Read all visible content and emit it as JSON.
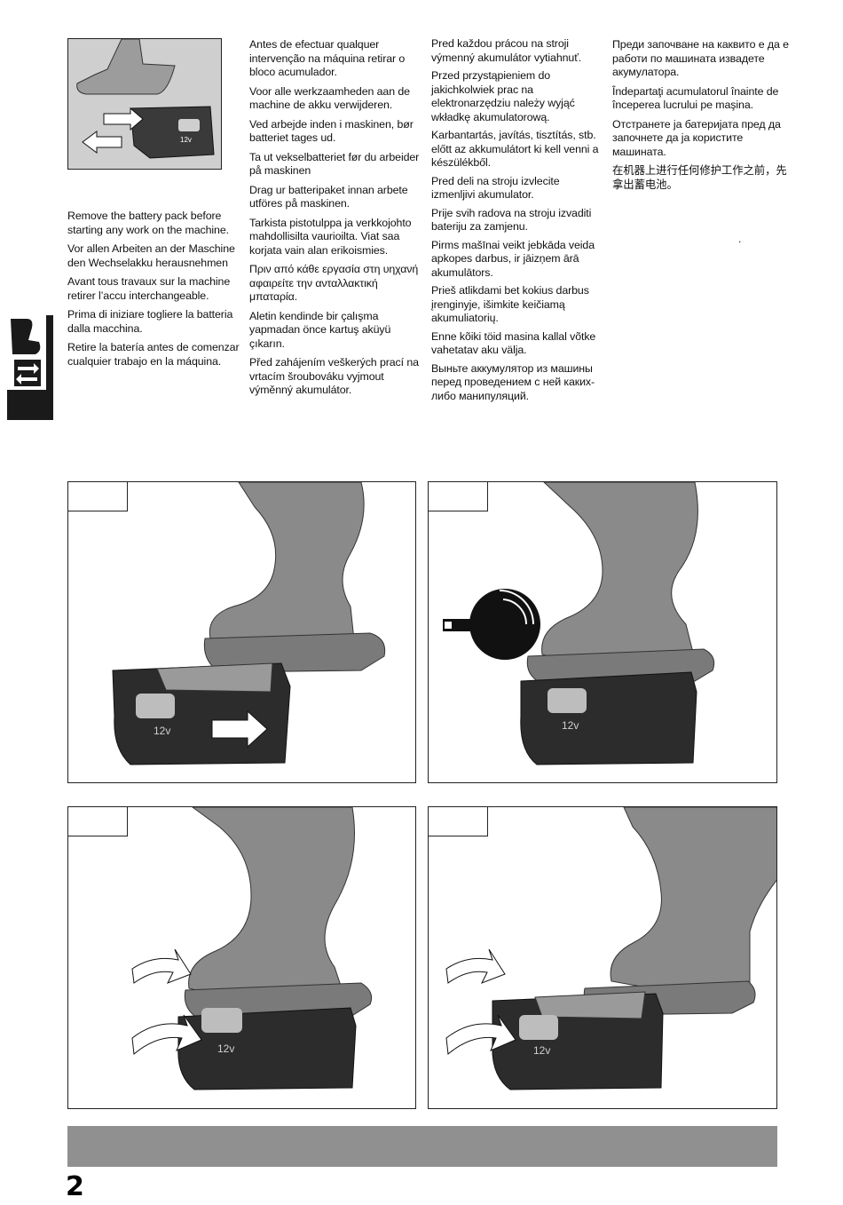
{
  "col1": [
    "Remove the battery pack before starting any work on the machine.",
    "Vor allen Arbeiten an der Maschine den Wechselakku herausnehmen",
    "Avant tous travaux sur la machine retirer l’accu interchangeable.",
    "Prima di iniziare togliere la batteria dalla macchina.",
    "Retire la batería antes de comenzar cualquier trabajo en la máquina."
  ],
  "col2": [
    "Antes de efectuar qualquer intervenção na máquina retirar o bloco acumulador.",
    "Voor alle werkzaamheden aan de machine de akku verwijderen.",
    "Ved arbejde inden i maskinen, bør batteriet tages ud.",
    "Ta ut vekselbatteriet før du arbeider på maskinen",
    "Drag ur batteripaket innan arbete utföres på maskinen.",
    "Tarkista pistotulppa ja verkkojohto mahdollisilta vaurioilta. Viat saa korjata vain alan erikoismies.",
    "Πριν από κάθε εργασία στη υηχανή αφαιρείτε την ανταλλακτική μπαταρία.",
    "Aletin kendinde bir çalışma yapmadan önce kartuş aküyü çıkarın.",
    "Před zahájením veškerých prací na vrtacím šroubováku vyjmout výměnný akumulátor."
  ],
  "col3": [
    "Pred každou prácou na stroji výmenný akumulátor vytiahnuť.",
    "Przed przystąpieniem do jakichkolwiek prac na elektronarzędziu należy wyjąć wkładkę akumulatorową.",
    "Karbantartás, javítás, tisztítás, stb. előtt az akkumulátort ki kell venni a készülékből.",
    "Pred deli na stroju izvlecite izmenljivi akumulator.",
    "Prije svih radova na stroju izvaditi bateriju za zamjenu.",
    "Pirms mašīnai veikt jebkāda veida apkopes darbus, ir jāizņem ārā akumulātors.",
    "Prieš atlikdami bet kokius darbus įrenginyje, išimkite keičiamą akumuliatorių.",
    "Enne kõiki töid masina kallal võtke vahetatav aku välja.",
    "Выньте аккумулятор из машины перед проведением с ней каких-либо манипуляций."
  ],
  "col4": [
    "Преди започване на каквито е да е работи по машината извадете акумулатора.",
    "Îndepartaţi acumulatorul înainte de începerea lucrului pe maşina.",
    "Отстранете ја батеријата пред да започнете да ја користите машината.",
    "在机器上进行任何修护工作之前，先拿出蓄电池。"
  ],
  "stray_dot": ".",
  "battery_label": "12v",
  "page_number": "2",
  "colors": {
    "frame": "#222222",
    "bar": "#909090",
    "tab": "#1a1a1a"
  }
}
